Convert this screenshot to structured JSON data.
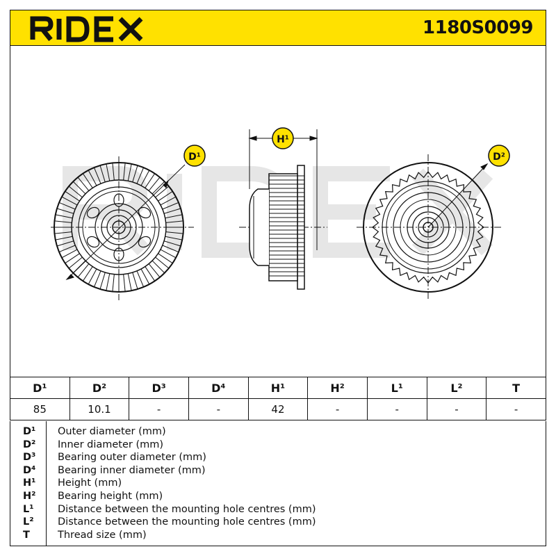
{
  "header": {
    "brand": "RIDEX",
    "part_number": "1180S0099"
  },
  "drawing": {
    "watermark": "RIDEX",
    "labels": {
      "d1": "D¹",
      "d2": "D²",
      "h1": "H¹"
    }
  },
  "table": {
    "headers": [
      "D¹",
      "D²",
      "D³",
      "D⁴",
      "H¹",
      "H²",
      "L¹",
      "L²",
      "T"
    ],
    "values": [
      "85",
      "10.1",
      "-",
      "-",
      "42",
      "-",
      "-",
      "-",
      "-"
    ]
  },
  "legend": [
    {
      "code": "D¹",
      "desc": "Outer diameter (mm)"
    },
    {
      "code": "D²",
      "desc": "Inner diameter (mm)"
    },
    {
      "code": "D³",
      "desc": "Bearing outer diameter (mm)"
    },
    {
      "code": "D⁴",
      "desc": "Bearing inner diameter (mm)"
    },
    {
      "code": "H¹",
      "desc": "Height (mm)"
    },
    {
      "code": "H²",
      "desc": "Bearing height (mm)"
    },
    {
      "code": "L¹",
      "desc": "Distance between the mounting hole centres (mm)"
    },
    {
      "code": "L²",
      "desc": "Distance between the mounting hole centres (mm)"
    },
    {
      "code": "T",
      "desc": "Thread size (mm)"
    }
  ],
  "colors": {
    "accent": "#ffe100",
    "line": "#111111",
    "watermark": "#e6e6e6"
  }
}
